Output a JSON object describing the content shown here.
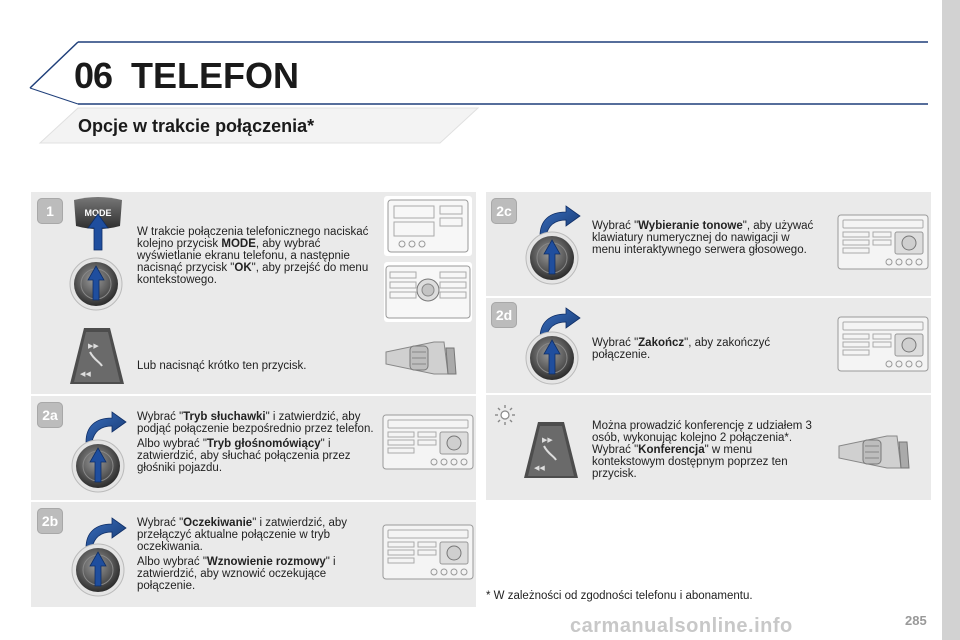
{
  "header": {
    "chapter_number": "06",
    "chapter_title": "TELEFON",
    "section_title": "Opcje w trakcie połączenia*"
  },
  "steps": {
    "s1": {
      "badge": "1",
      "mode_key": "MODE",
      "text_a_pre": "W trakcie połączenia telefonicznego naciskać kolejno przycisk ",
      "text_a_bold": "MODE",
      "text_a_mid": ", aby wybrać wyświetlanie ekranu telefonu, a następnie nacisnąć przycisk \"",
      "text_a_bold2": "OK",
      "text_a_post": "\", aby przejść do menu kontekstowego.",
      "text_b": "Lub nacisnąć krótko ten przycisk."
    },
    "s2a": {
      "badge": "2a",
      "p1_pre": "Wybrać \"",
      "p1_bold": "Tryb słuchawki",
      "p1_post": "\" i zatwierdzić, aby podjąć połączenie bezpośrednio przez telefon.",
      "p2_pre": "Albo wybrać \"",
      "p2_bold": "Tryb głośnomówiący",
      "p2_post": "\" i zatwierdzić, aby słuchać połączenia przez głośniki pojazdu."
    },
    "s2b": {
      "badge": "2b",
      "p1_pre": "Wybrać \"",
      "p1_bold": "Oczekiwanie",
      "p1_post": "\" i zatwierdzić, aby przełączyć aktualne połączenie w tryb oczekiwania.",
      "p2_pre": "Albo wybrać \"",
      "p2_bold": "Wznowienie rozmowy",
      "p2_post": "\" i zatwierdzić, aby wznowić oczekujące połączenie."
    },
    "s2c": {
      "badge": "2c",
      "p1_pre": "Wybrać \"",
      "p1_bold": "Wybieranie tonowe",
      "p1_post": "\", aby używać klawiatury numerycznej do nawigacji w menu interaktywnego serwera głosowego."
    },
    "s2d": {
      "badge": "2d",
      "p1_pre": "Wybrać \"",
      "p1_bold": "Zakończ",
      "p1_post": "\", aby zakończyć połączenie."
    },
    "tip": {
      "p1_pre": "Można prowadzić konferencję z udziałem 3 osób, wykonując kolejno 2 połączenia*. Wybrać \"",
      "p1_bold": "Konferencja",
      "p1_post": "\" w menu kontekstowym dostępnym poprzez ten przycisk."
    }
  },
  "footnote": "* W zależności od zgodności telefonu i abonamentu.",
  "page_number": "285",
  "watermark": "carmanualsonline.info",
  "colors": {
    "panel_bg": "#eaeaea",
    "arrow_blue": "#1f4e9e",
    "header_line": "#1f3f7a",
    "badge_grey": "#bcbcbc"
  }
}
